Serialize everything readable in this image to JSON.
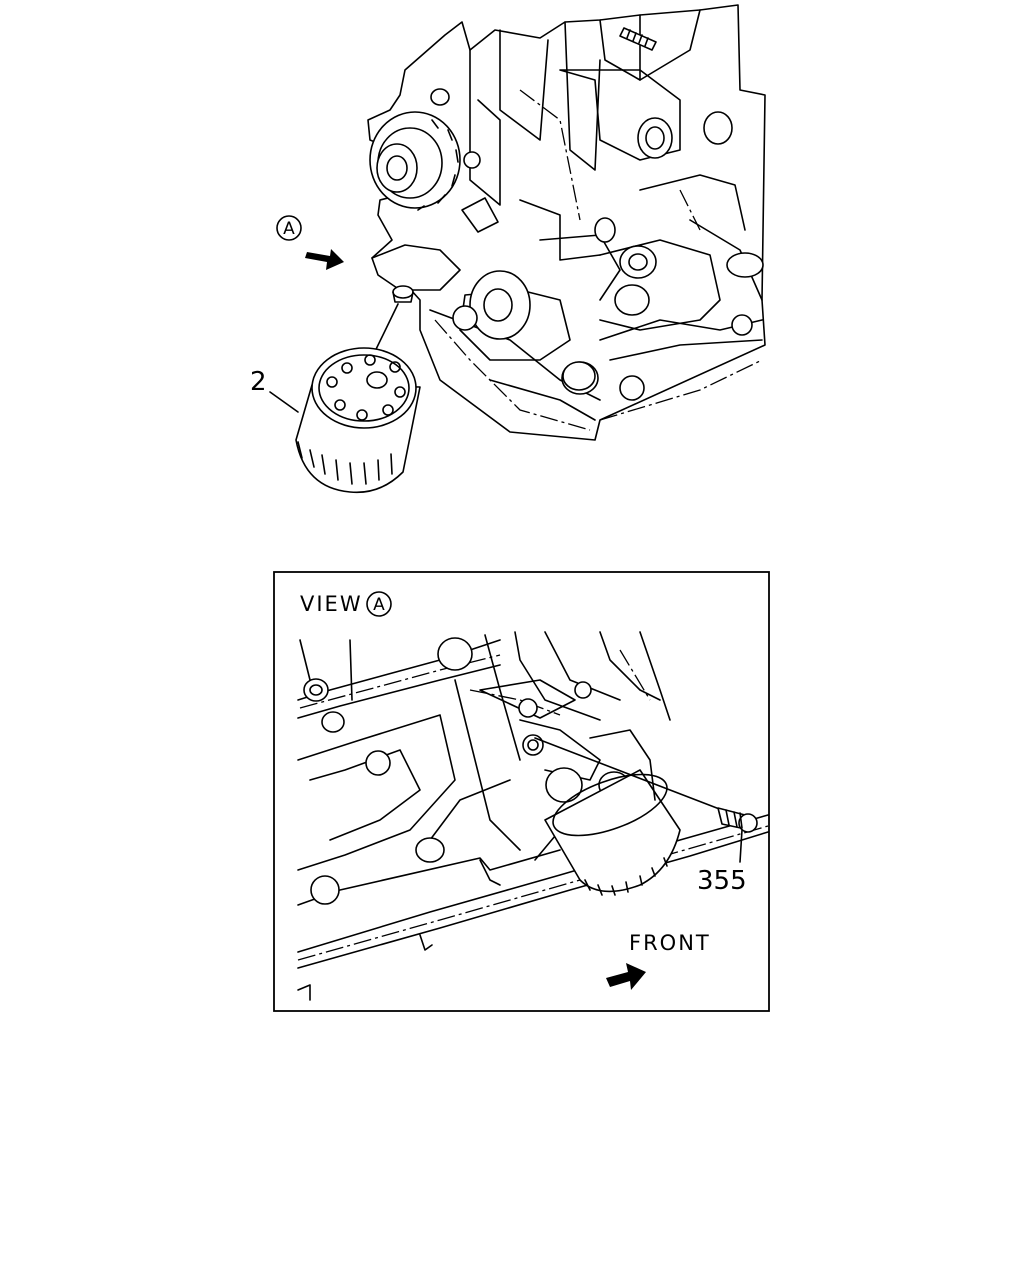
{
  "view_marker": "A",
  "callouts": {
    "oil_filter": "2",
    "drain_plug": "355"
  },
  "inset": {
    "title": "VIEW",
    "title_marker": "A",
    "front_label": "FRONT"
  }
}
